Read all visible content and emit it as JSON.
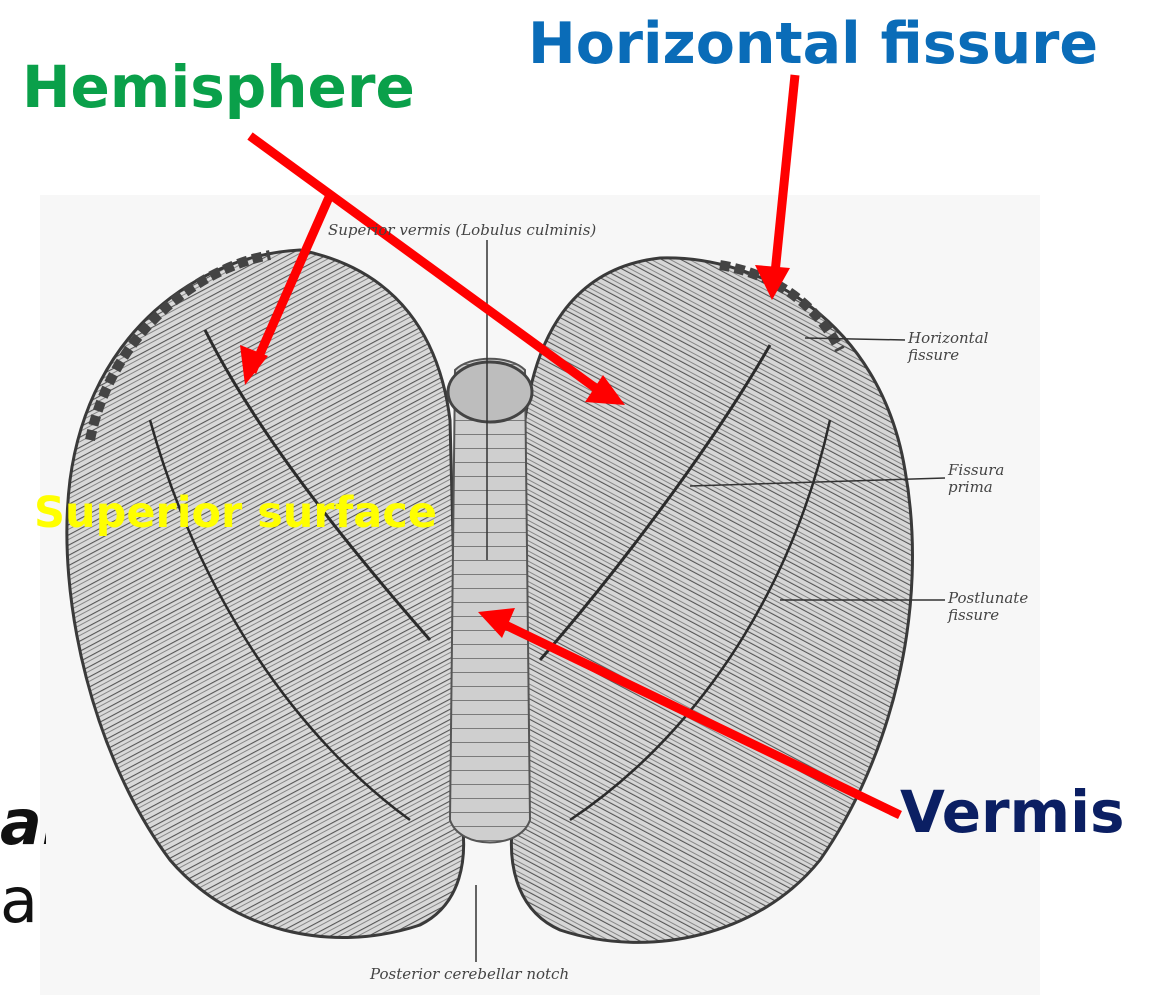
{
  "labels": {
    "hemisphere": "Hemisphere",
    "horizontal_fissure": "Horizontal fissure",
    "superior_surface": "Superior surface",
    "vermis": "Vermis"
  },
  "image_labels": {
    "superior_vermis": "Superior vermis (Lobulus culminis)",
    "horizontal_fissure": "Horizontal fissure",
    "fissura_prima": "Fissura prima",
    "postlunate_fissure": "Postlunate fissure",
    "posterior_notch": "Posterior cerebellar notch"
  },
  "slide_text": {
    "line1": "al",
    "line2": "al"
  },
  "colors": {
    "hemisphere": "#0aa04a",
    "horizontal_fissure": "#0a6cb8",
    "superior_surface": "#ffff00",
    "vermis": "#0b1f63",
    "arrow": "#ff0000",
    "drawing": "#3a3a3a"
  }
}
